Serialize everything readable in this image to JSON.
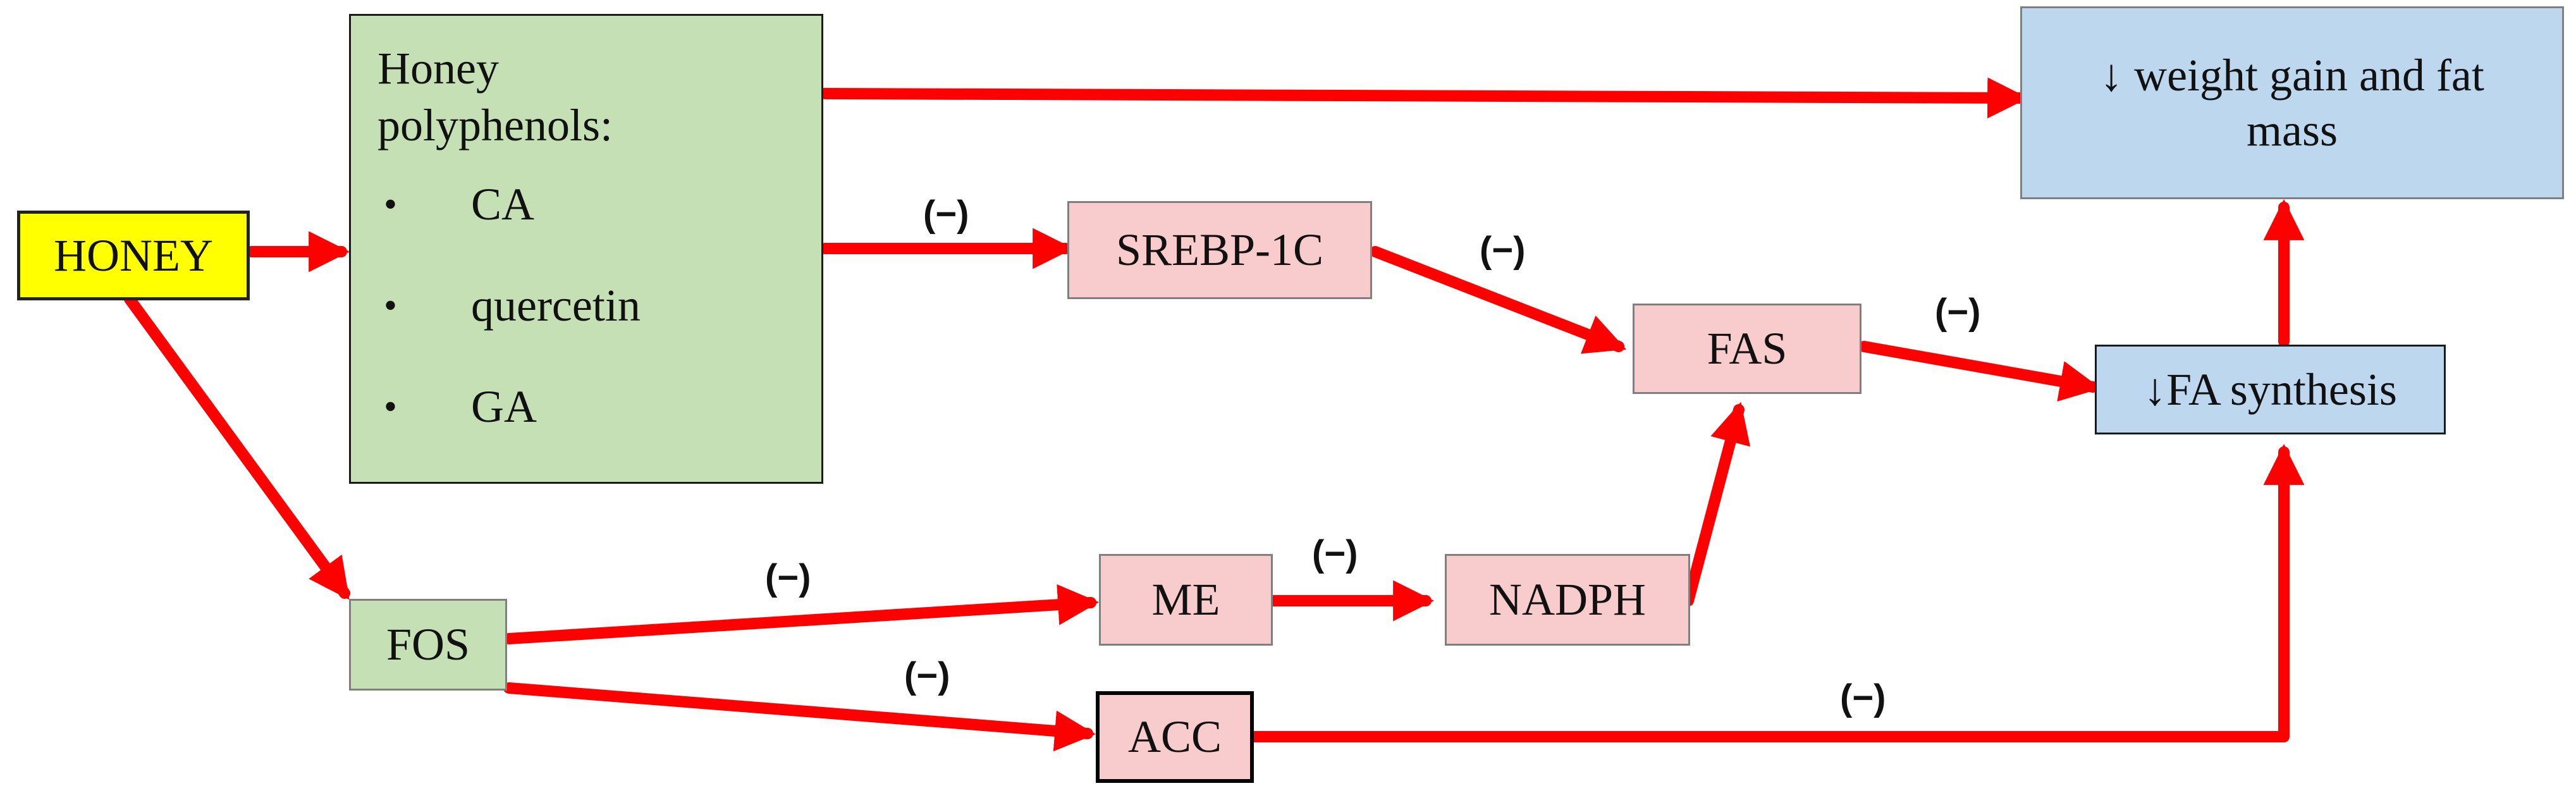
{
  "nodes": {
    "honey": "HONEY",
    "polyphenols": {
      "title_line1": "Honey",
      "title_line2": "polyphenols:",
      "items": [
        "CA",
        "quercetin",
        "GA"
      ]
    },
    "srebp": "SREBP-1C",
    "fas": "FAS",
    "fa_synthesis": "↓FA synthesis",
    "weight": "↓ weight gain and fat mass",
    "fos": "FOS",
    "me": "ME",
    "nadph": "NADPH",
    "acc": "ACC"
  },
  "inhibition_label": "(−)",
  "colors": {
    "arrow": "#ff0000",
    "honey_fill": "#ffff00",
    "polyphenol_fill": "#c5e0b4",
    "enzyme_fill": "#f8cbcc",
    "outcome_fill": "#bdd7ee"
  }
}
